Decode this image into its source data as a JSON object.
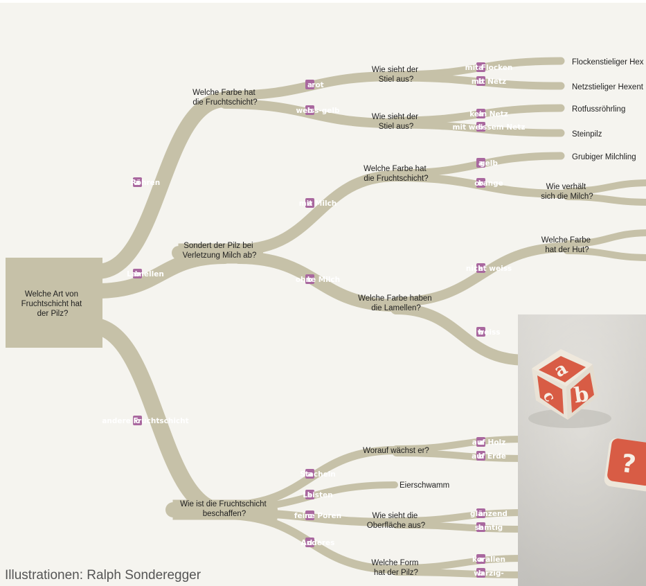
{
  "colors": {
    "background": "#f5f4ef",
    "branch": "#c6c1a8",
    "badge": "#a9689f",
    "die": "#d85c45"
  },
  "root": {
    "question_lines": [
      "Welche Art von",
      "Fruchtschicht hat",
      "der Pilz?"
    ]
  },
  "options": {
    "roehren": {
      "letter": "a",
      "label": "Röhren"
    },
    "lamellen": {
      "letter": "b",
      "label": "Lamellen"
    },
    "andere": {
      "letter": "c",
      "label": "andere Fruchtschicht"
    },
    "rot": {
      "letter": "a",
      "label": "rot"
    },
    "weissgelb": {
      "letter": "b",
      "label": "weiss-gelb"
    },
    "flocken": {
      "letter": "a",
      "label": "mit Flocken"
    },
    "netz": {
      "letter": "b",
      "label": "mit Netz"
    },
    "keinnetz": {
      "letter": "a",
      "label": "kein Netz"
    },
    "weissnetz": {
      "letter": "b",
      "label": "mit weissem Netz"
    },
    "mitmilch": {
      "letter": "a",
      "label": "mit Milch"
    },
    "ohnemilch": {
      "letter": "b",
      "label": "ohne Milch"
    },
    "gelb": {
      "letter": "a",
      "label": "gelb"
    },
    "orange": {
      "letter": "b",
      "label": "orange"
    },
    "nichtweiss": {
      "letter": "a",
      "label": "nicht weiss"
    },
    "weiss": {
      "letter": "b",
      "label": "weiss"
    },
    "stacheln": {
      "letter": "a",
      "label": "Stacheln"
    },
    "leisten": {
      "letter": "b",
      "label": "Leisten"
    },
    "poren": {
      "letter": "c",
      "label": "feine Poren"
    },
    "anderes": {
      "letter": "d",
      "label": "Anderes"
    },
    "holz": {
      "letter": "a",
      "label": "auf Holz"
    },
    "erde": {
      "letter": "b",
      "label": "auf Erde"
    },
    "glaenzend": {
      "letter": "a",
      "label": "glänzend"
    },
    "samtig": {
      "letter": "b",
      "label": "samtig"
    },
    "korallen": {
      "letter": "a",
      "label": "korallen"
    },
    "warzig": {
      "letter": "b",
      "label": "warzig-"
    }
  },
  "questions": {
    "farbe_roehren": [
      "Welche Farbe hat",
      "die Fruchtschicht?"
    ],
    "stiel1": [
      "Wie sieht der",
      "Stiel aus?"
    ],
    "stiel2": [
      "Wie sieht der",
      "Stiel aus?"
    ],
    "milch": [
      "Sondert der Pilz bei",
      "Verletzung Milch ab?"
    ],
    "farbe_milch": [
      "Welche Farbe hat",
      "die Fruchtschicht?"
    ],
    "milch_verhalten": [
      "Wie verhält",
      "sich die Milch?"
    ],
    "farbe_hut": [
      "Welche Farbe",
      "hat der Hut?"
    ],
    "lamellen_farbe": [
      "Welche Farbe haben",
      "die Lamellen?"
    ],
    "waechst": [
      "Worauf wächst er?"
    ],
    "beschaffen": [
      "Wie ist die Fruchtschicht",
      "beschaffen?"
    ],
    "oberflaeche": [
      "Wie sieht die",
      "Oberfläche aus?"
    ],
    "form": [
      "Welche Form",
      "hat der Pilz?"
    ]
  },
  "leaves": {
    "flockenstieliger": "Flockenstieliger Hex",
    "netzstieliger": "Netzstieliger Hexent",
    "rotfuss": "Rotfussröhrling",
    "steinpilz": "Steinpilz",
    "grubiger": "Grubiger Milchling",
    "eierschwamm": "Eierschwamm"
  },
  "photo": {
    "die_letters": [
      "a",
      "b",
      "c"
    ],
    "marker_symbol": "?"
  },
  "credit": "Illustrationen: Ralph Sonderegger"
}
